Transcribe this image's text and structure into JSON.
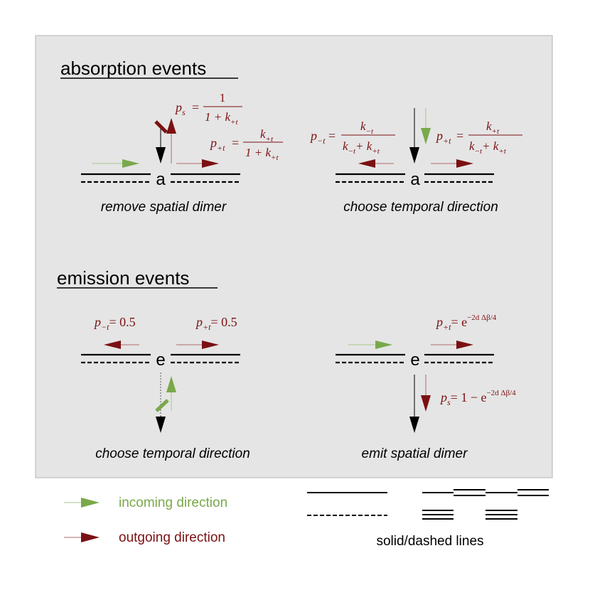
{
  "colors": {
    "panel": "#e5e5e5",
    "incoming": "#79a94a",
    "outgoing": "#7b1012",
    "line": "#000000"
  },
  "absorption": {
    "heading": "absorption events",
    "left": {
      "node": "a",
      "caption": "remove spatial dimer",
      "ps": {
        "lhs": "p",
        "sub": "s",
        "num": "1",
        "den": "1 + k",
        "den_sub": "+t"
      },
      "pt": {
        "lhs": "p",
        "sub": "+t",
        "num": "k",
        "num_sub": "+t",
        "den": "1 + k",
        "den_sub": "+t"
      }
    },
    "right": {
      "node": "a",
      "caption": "choose temporal direction",
      "pminus": {
        "lhs": "p",
        "sub": "−t",
        "num": "k",
        "num_sub": "−t",
        "den_a": "k",
        "den_a_sub": "−t",
        "den_b": "+ k",
        "den_b_sub": "+t"
      },
      "pplus": {
        "lhs": "p",
        "sub": "+t",
        "num": "k",
        "num_sub": "+t",
        "den_a": "k",
        "den_a_sub": "−t",
        "den_b": "+ k",
        "den_b_sub": "+t"
      }
    }
  },
  "emission": {
    "heading": "emission events",
    "left": {
      "node": "e",
      "caption": "choose temporal direction",
      "pminus": {
        "lhs": "p",
        "sub": "−t",
        "rhs": "= 0.5"
      },
      "pplus": {
        "lhs": "p",
        "sub": "+t",
        "rhs": "= 0.5"
      }
    },
    "right": {
      "node": "e",
      "caption": "emit spatial dimer",
      "pplus": {
        "lhs": "p",
        "sub": "+t",
        "eq": "= e",
        "exp": "−2d Δβ/4"
      },
      "ps": {
        "lhs": "p",
        "sub": "s",
        "eq": "= 1 − e",
        "exp": "−2d Δβ/4"
      }
    }
  },
  "legend": {
    "incoming": "incoming direction",
    "outgoing": "outgoing direction",
    "lines": "solid/dashed lines"
  }
}
